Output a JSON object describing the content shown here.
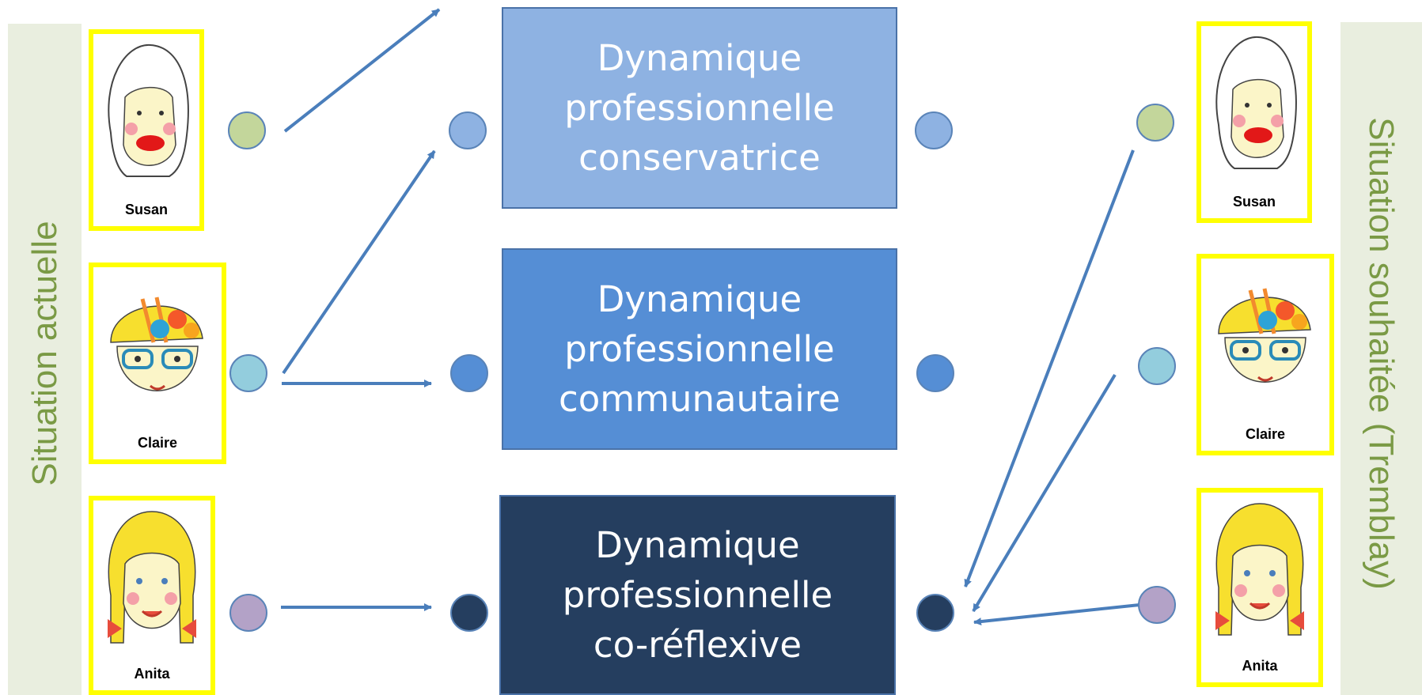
{
  "left_label": "Situation actuelle",
  "right_label": "Situation souhaitée (Tremblay)",
  "persons": [
    {
      "name": "Susan",
      "dot_color": "#c3d69b"
    },
    {
      "name": "Claire",
      "dot_color": "#93cddd"
    },
    {
      "name": "Anita",
      "dot_color": "#b3a2c7"
    }
  ],
  "dynamics": [
    {
      "line1": "Dynamique",
      "line2": "professionnelle",
      "line3": "conservatrice",
      "color": "#8eb2e2",
      "dot_color": "#8eb2e2"
    },
    {
      "line1": "Dynamique",
      "line2": "professionnelle",
      "line3": "communautaire",
      "color": "#558ed5",
      "dot_color": "#558ed5"
    },
    {
      "line1": "Dynamique",
      "line2": "professionnelle",
      "line3": "co-réflexive",
      "color": "#253e5f",
      "dot_color": "#253e5f"
    }
  ],
  "colors": {
    "arrow": "#4a7ebb",
    "side_band": "#e9eedf",
    "side_text": "#7a9a45",
    "card_frame": "#ffff00"
  }
}
